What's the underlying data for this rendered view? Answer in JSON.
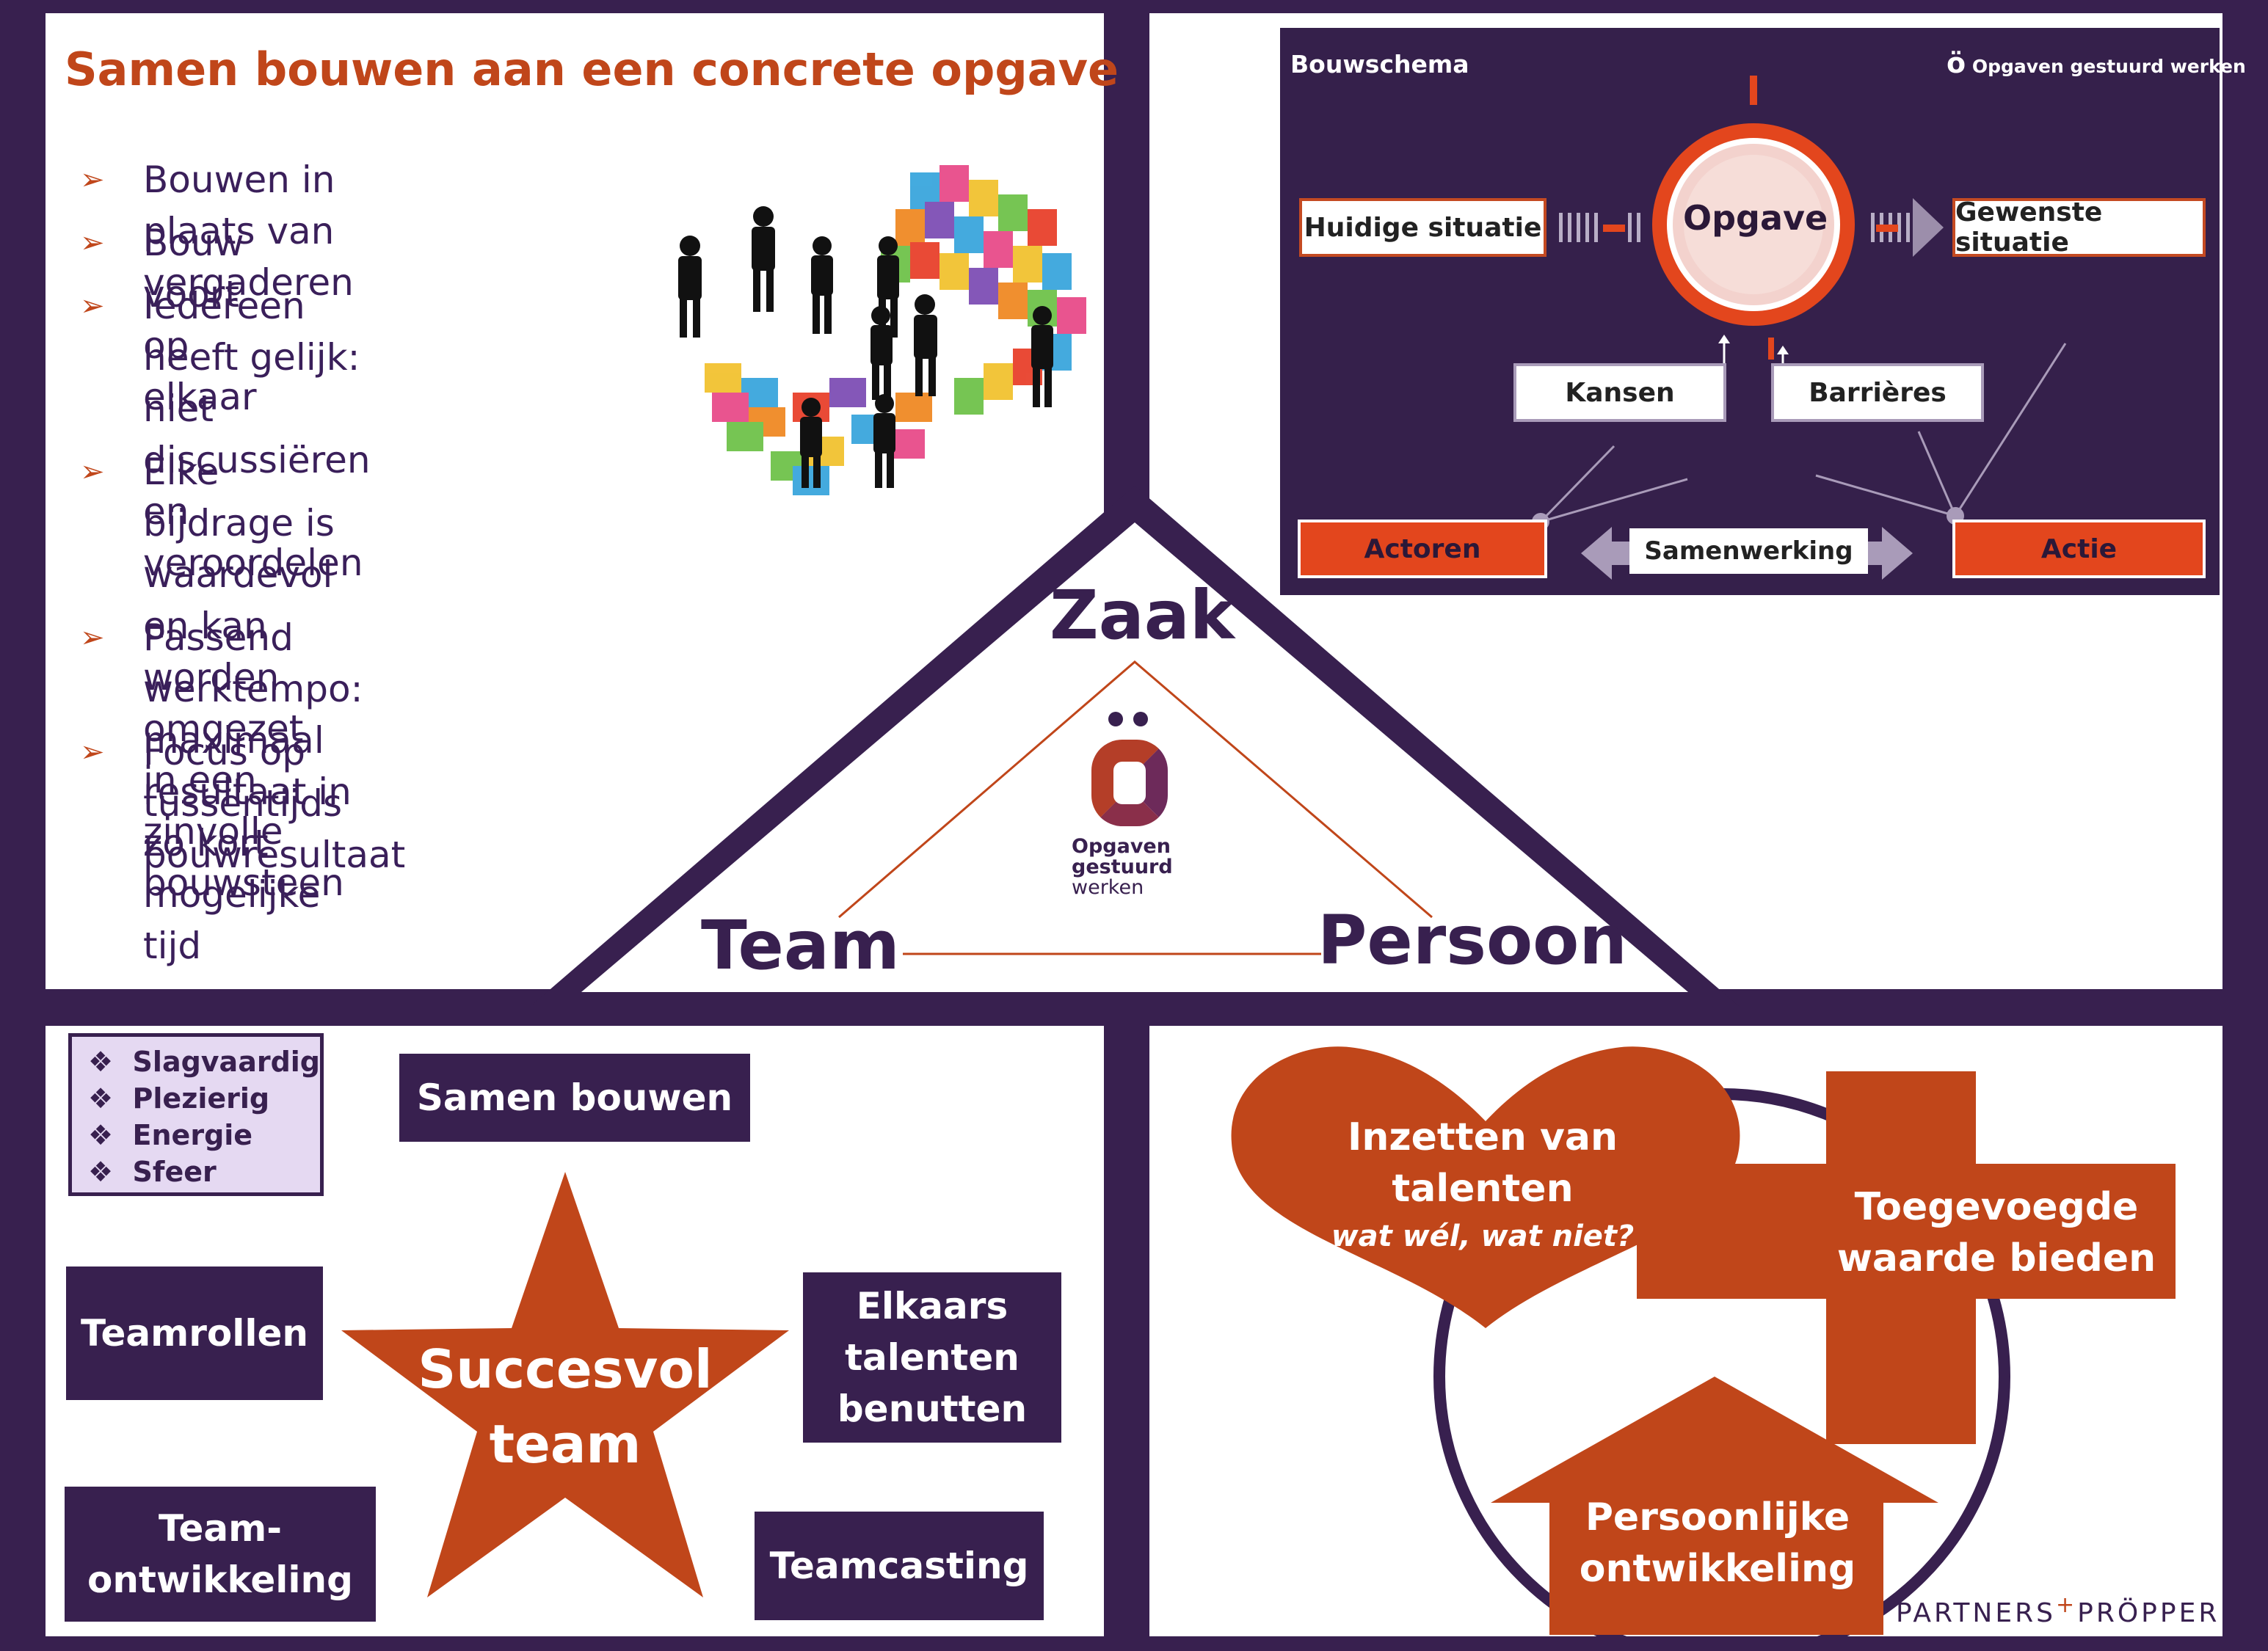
{
  "top_left": {
    "title": "Samen bouwen aan een concrete opgave",
    "bullets": [
      [
        "Bouwen in plaats  van vergaderen"
      ],
      [
        "Bouw voort op elkaar"
      ],
      [
        "Iedereen heeft gelijk:",
        "niet discussiëren en",
        "veroordelen"
      ],
      [
        "Elke bijdrage is waardevol",
        "en kan worden omgezet in een",
        "zinvolle bouwsteen"
      ],
      [
        "Passend  werktempo: maximaal",
        "resultaat in zo kort mogelijke tijd"
      ],
      [
        "Focus op tussentijds bouwresultaat"
      ]
    ]
  },
  "bouwschema": {
    "title": "Bouwschema",
    "brand": "Opgaven gestuurd werken",
    "brand_mark": "ö",
    "center": "Opgave",
    "current": "Huidige situatie",
    "desired": "Gewenste situatie",
    "chances": "Kansen",
    "barriers": "Barrières",
    "actors": "Actoren",
    "action": "Actie",
    "cooperation": "Samenwerking"
  },
  "triangle": {
    "top": "Zaak",
    "left": "Team",
    "right": "Persoon",
    "logo_mark": "Ö",
    "logo_lines": [
      "Opgaven",
      "gestuurd",
      "werken"
    ]
  },
  "bottom_left": {
    "qualities": [
      "Slagvaardig",
      "Plezierig",
      "Energie",
      "Sfeer"
    ],
    "samen_bouwen": "Samen bouwen",
    "teamrollen": "Teamrollen",
    "talenten": [
      "Elkaars",
      "talenten",
      "benutten"
    ],
    "ontwikkeling": [
      "Team-",
      "ontwikkeling"
    ],
    "teamcasting": "Teamcasting",
    "star": [
      "Succesvol",
      "team"
    ]
  },
  "bottom_right": {
    "heart": [
      "Inzetten van",
      "talenten"
    ],
    "heart_sub": "wat wél, wat niet?",
    "cross": [
      "Toegevoegde",
      "waarde bieden"
    ],
    "house": [
      "Persoonlijke",
      "ontwikkeling"
    ],
    "brand": "PARTNERS",
    "brand_plus": "+",
    "brand2": "PRÖPPER"
  },
  "colors": {
    "purple": "#38204f",
    "orange": "#c0461a",
    "slide_bg": "#35204b",
    "accent_red": "#e3461d"
  }
}
